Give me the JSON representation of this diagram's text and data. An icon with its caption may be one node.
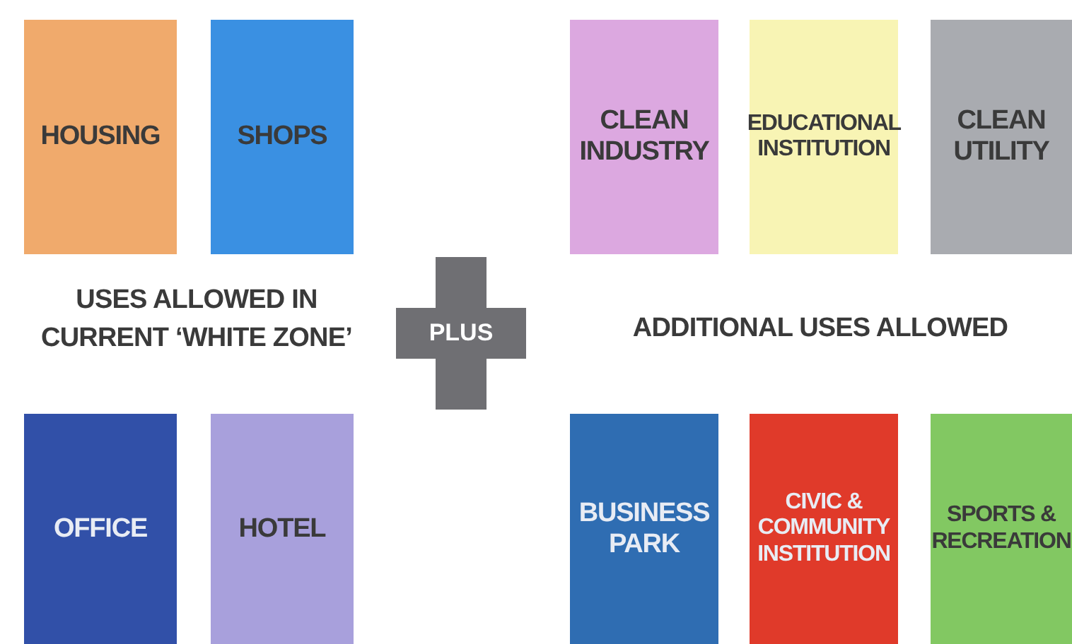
{
  "diagram": {
    "nodes": [
      {
        "text": [
          "HOUSING"
        ]
      },
      {
        "text": [
          "SHOPS"
        ]
      },
      {
        "text": [
          "CLEAN INDUSTRY"
        ]
      },
      {
        "text": [
          "EDUCATIONAL INSTITUTION"
        ]
      },
      {
        "text": [
          "CLEAN UTILITY"
        ]
      },
      {
        "text": [
          "PLUS"
        ]
      },
      {
        "text": [
          "OFFICE"
        ]
      },
      {
        "text": [
          "HOTEL"
        ]
      },
      {
        "text": [
          "BUSINESS PARK"
        ]
      },
      {
        "text": [
          "CIVIC & COMMUNITY INSTITUTION"
        ]
      },
      {
        "text": [
          "SPORTS & RECREATION"
        ]
      }
    ],
    "labels": [
      "USES ALLOWED IN CURRENT ‘WHITE ZONE’",
      "ADDITIONAL USES ALLOWED"
    ]
  }
}
